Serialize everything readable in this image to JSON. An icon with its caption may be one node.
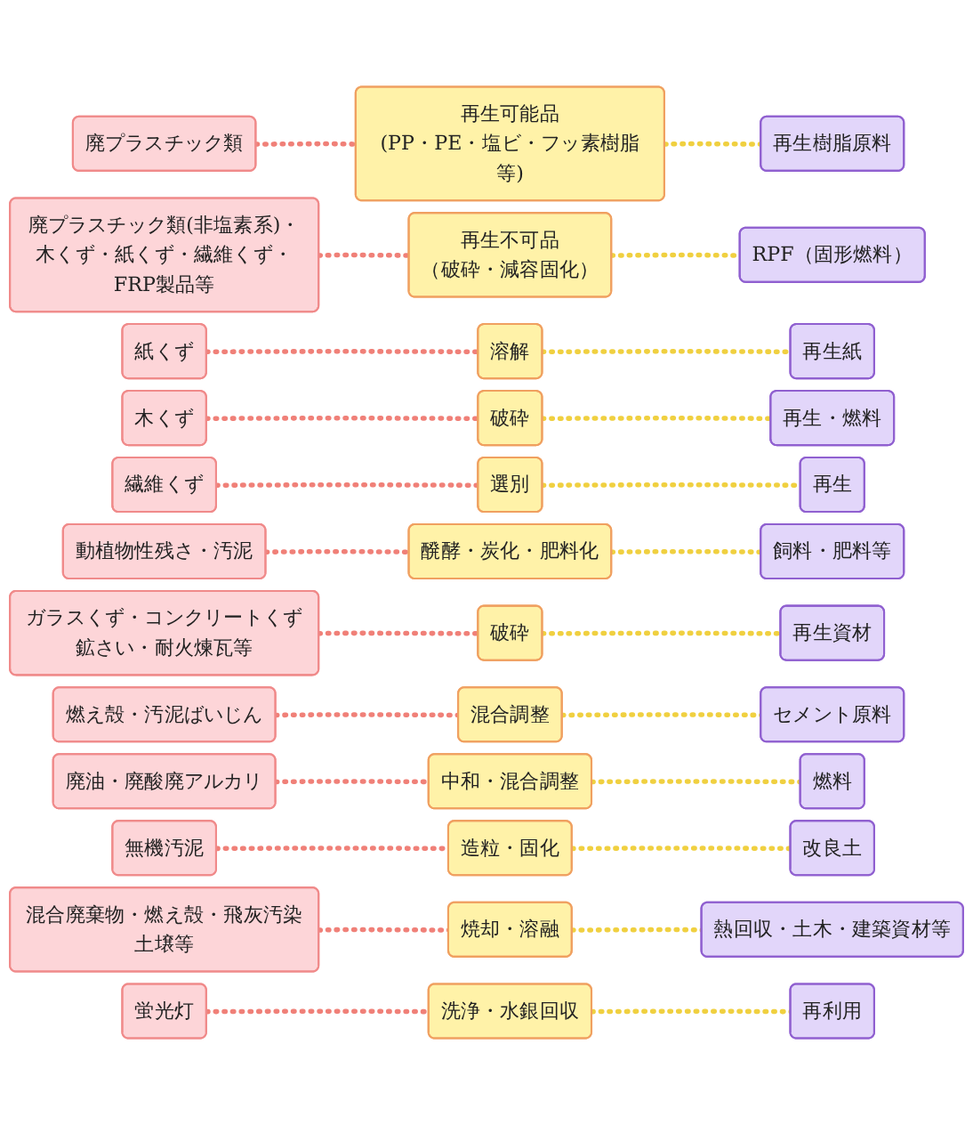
{
  "diagram": {
    "nodes": [
      {
        "text": [
          "廃プラスチック類"
        ]
      },
      {
        "text": [
          "再生可能品",
          "(PP・PE・塩ビ・フッ素樹脂等)"
        ]
      },
      {
        "text": [
          "再生樹脂原料"
        ]
      },
      {
        "text": [
          "廃プラスチック類(非塩素系)・木くず・紙くず・繊維くず・FRP製品等"
        ]
      },
      {
        "text": [
          "再生不可品",
          "（破砕・減容固化）"
        ]
      },
      {
        "text": [
          "RPF（固形燃料）"
        ]
      },
      {
        "text": [
          "紙くず"
        ]
      },
      {
        "text": [
          "溶解"
        ]
      },
      {
        "text": [
          "再生紙"
        ]
      },
      {
        "text": [
          "木くず"
        ]
      },
      {
        "text": [
          "破砕"
        ]
      },
      {
        "text": [
          "再生・燃料"
        ]
      },
      {
        "text": [
          "繊維くず"
        ]
      },
      {
        "text": [
          "選別"
        ]
      },
      {
        "text": [
          "再生"
        ]
      },
      {
        "text": [
          "動植物性残さ・汚泥"
        ]
      },
      {
        "text": [
          "醗酵・炭化・肥料化"
        ]
      },
      {
        "text": [
          "飼料・肥料等"
        ]
      },
      {
        "text": [
          "ガラスくず・コンクリートくず鉱さい・耐火煉瓦等"
        ]
      },
      {
        "text": [
          "破砕"
        ]
      },
      {
        "text": [
          "再生資材"
        ]
      },
      {
        "text": [
          "燃え殻・汚泥ばいじん"
        ]
      },
      {
        "text": [
          "混合調整"
        ]
      },
      {
        "text": [
          "セメント原料"
        ]
      },
      {
        "text": [
          "廃油・廃酸廃アルカリ"
        ]
      },
      {
        "text": [
          "中和・混合調整"
        ]
      },
      {
        "text": [
          "燃料"
        ]
      },
      {
        "text": [
          "無機汚泥"
        ]
      },
      {
        "text": [
          "造粒・固化"
        ]
      },
      {
        "text": [
          "改良土"
        ]
      },
      {
        "text": [
          "混合廃棄物・燃え殻・飛灰汚染土壌等"
        ]
      },
      {
        "text": [
          "焼却・溶融"
        ]
      },
      {
        "text": [
          "熱回収・土木・建築資材等"
        ]
      },
      {
        "text": [
          "蛍光灯"
        ]
      },
      {
        "text": [
          "洗浄・水銀回収"
        ]
      },
      {
        "text": [
          "再利用"
        ]
      }
    ],
    "edges": [
      {
        "from": 0,
        "to": 1,
        "arrow": "none",
        "style": "dashed",
        "color": "#f08078"
      },
      {
        "from": 1,
        "to": 2,
        "arrow": "none",
        "style": "dashed",
        "color": "#f0d040"
      },
      {
        "from": 3,
        "to": 4,
        "arrow": "none",
        "style": "dashed",
        "color": "#f08078"
      },
      {
        "from": 4,
        "to": 5,
        "arrow": "none",
        "style": "dashed",
        "color": "#f0d040"
      },
      {
        "from": 6,
        "to": 7,
        "arrow": "none",
        "style": "dashed",
        "color": "#f08078"
      },
      {
        "from": 7,
        "to": 8,
        "arrow": "none",
        "style": "dashed",
        "color": "#f0d040"
      },
      {
        "from": 9,
        "to": 10,
        "arrow": "none",
        "style": "dashed",
        "color": "#f08078"
      },
      {
        "from": 10,
        "to": 11,
        "arrow": "none",
        "style": "dashed",
        "color": "#f0d040"
      },
      {
        "from": 12,
        "to": 13,
        "arrow": "none",
        "style": "dashed",
        "color": "#f08078"
      },
      {
        "from": 13,
        "to": 14,
        "arrow": "none",
        "style": "dashed",
        "color": "#f0d040"
      },
      {
        "from": 15,
        "to": 16,
        "arrow": "none",
        "style": "dashed",
        "color": "#f08078"
      },
      {
        "from": 16,
        "to": 17,
        "arrow": "none",
        "style": "dashed",
        "color": "#f0d040"
      },
      {
        "from": 18,
        "to": 19,
        "arrow": "none",
        "style": "dashed",
        "color": "#f08078"
      },
      {
        "from": 19,
        "to": 20,
        "arrow": "none",
        "style": "dashed",
        "color": "#f0d040"
      },
      {
        "from": 21,
        "to": 22,
        "arrow": "none",
        "style": "dashed",
        "color": "#f08078"
      },
      {
        "from": 22,
        "to": 23,
        "arrow": "none",
        "style": "dashed",
        "color": "#f0d040"
      },
      {
        "from": 24,
        "to": 25,
        "arrow": "none",
        "style": "dashed",
        "color": "#f08078"
      },
      {
        "from": 25,
        "to": 26,
        "arrow": "none",
        "style": "dashed",
        "color": "#f0d040"
      },
      {
        "from": 27,
        "to": 28,
        "arrow": "none",
        "style": "dashed",
        "color": "#f08078"
      },
      {
        "from": 28,
        "to": 29,
        "arrow": "none",
        "style": "dashed",
        "color": "#f0d040"
      },
      {
        "from": 30,
        "to": 31,
        "arrow": "none",
        "style": "dashed",
        "color": "#f08078"
      },
      {
        "from": 31,
        "to": 32,
        "arrow": "none",
        "style": "dashed",
        "color": "#f0d040"
      },
      {
        "from": 33,
        "to": 34,
        "arrow": "none",
        "style": "dashed",
        "color": "#f08078"
      },
      {
        "from": 34,
        "to": 35,
        "arrow": "none",
        "style": "dashed",
        "color": "#f0d040"
      }
    ]
  }
}
